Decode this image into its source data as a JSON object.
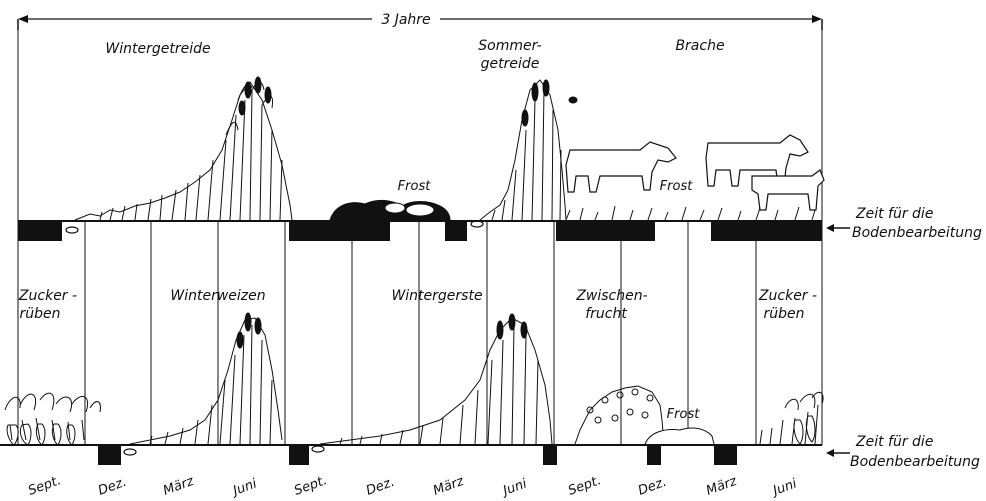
{
  "span_label": "3 Jahre",
  "top_row": {
    "labels": {
      "wintergetreide": "Wintergetreide",
      "sommergetreide_1": "Sommer-",
      "sommergetreide_2": "getreide",
      "brache": "Brache",
      "frost_left": "Frost",
      "frost_right": "Frost"
    },
    "annotation_1": "Zeit für die",
    "annotation_2": "Bodenbearbeitung"
  },
  "bottom_row": {
    "labels": {
      "zuckerrueben_left_1": "Zucker -",
      "zuckerrueben_left_2": "rüben",
      "winterweizen": "Winterweizen",
      "wintergerste": "Wintergerste",
      "zwischenfrucht_1": "Zwischen-",
      "zwischenfrucht_2": "frucht",
      "zuckerrueben_right_1": "Zucker -",
      "zuckerrueben_right_2": "rüben",
      "frost": "Frost"
    },
    "annotation_1": "Zeit für die",
    "annotation_2": "Bodenbearbeitung"
  },
  "months": [
    "Sept.",
    "Dez.",
    "März",
    "Juni",
    "Sept.",
    "Dez.",
    "März",
    "Juni",
    "Sept.",
    "Dez.",
    "März",
    "Juni"
  ],
  "colors": {
    "ink": "#111111",
    "background": "#ffffff"
  }
}
